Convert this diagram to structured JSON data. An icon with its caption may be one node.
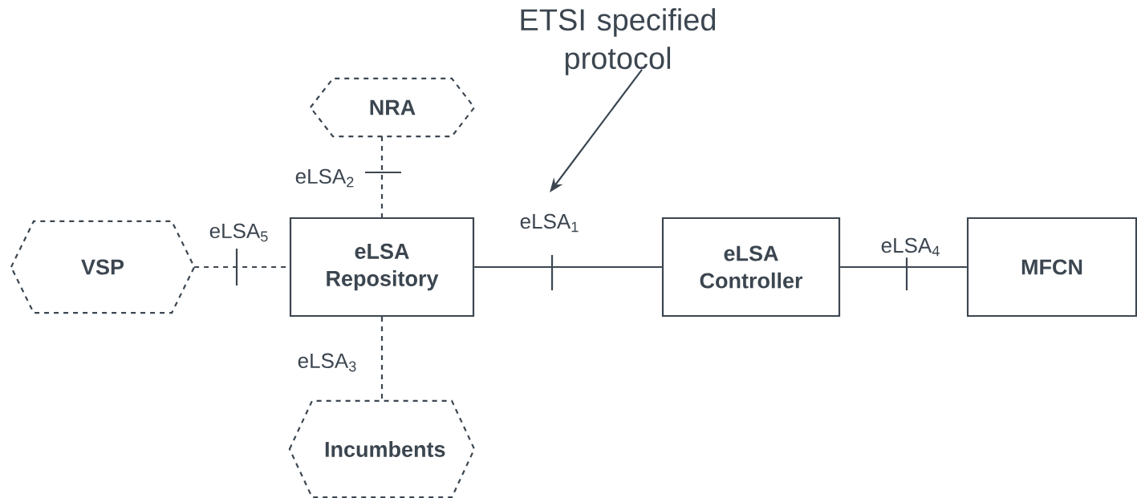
{
  "diagram": {
    "nodes": [
      {
        "text": [
          "NRA"
        ]
      },
      {
        "text": [
          "VSP"
        ]
      },
      {
        "text": [
          "eLSA Repository"
        ]
      },
      {
        "text": [
          "eLSA Controller"
        ]
      },
      {
        "text": [
          "MFCN"
        ]
      },
      {
        "text": [
          "Incumbents"
        ]
      },
      {
        "text": [
          "ETSI specified protocol"
        ]
      }
    ],
    "edges": [
      {
        "from": 0,
        "to": 2,
        "arrow": "none",
        "style": "dashed",
        "label": "eLSA$_{2}$"
      },
      {
        "from": 1,
        "to": 2,
        "arrow": "none",
        "style": "dashed",
        "label": "eLSA$_{5}$"
      },
      {
        "from": 2,
        "to": 3,
        "arrow": "none",
        "label": "eLSA$_{1}$"
      },
      {
        "from": 3,
        "to": 4,
        "arrow": "none",
        "label": "eLSA$_{4}$"
      },
      {
        "from": 2,
        "to": 5,
        "arrow": "none",
        "style": "dashed",
        "label": "eLSA$_{3}$"
      },
      {
        "from": 6,
        "to": null,
        "arrow": "to"
      }
    ]
  }
}
